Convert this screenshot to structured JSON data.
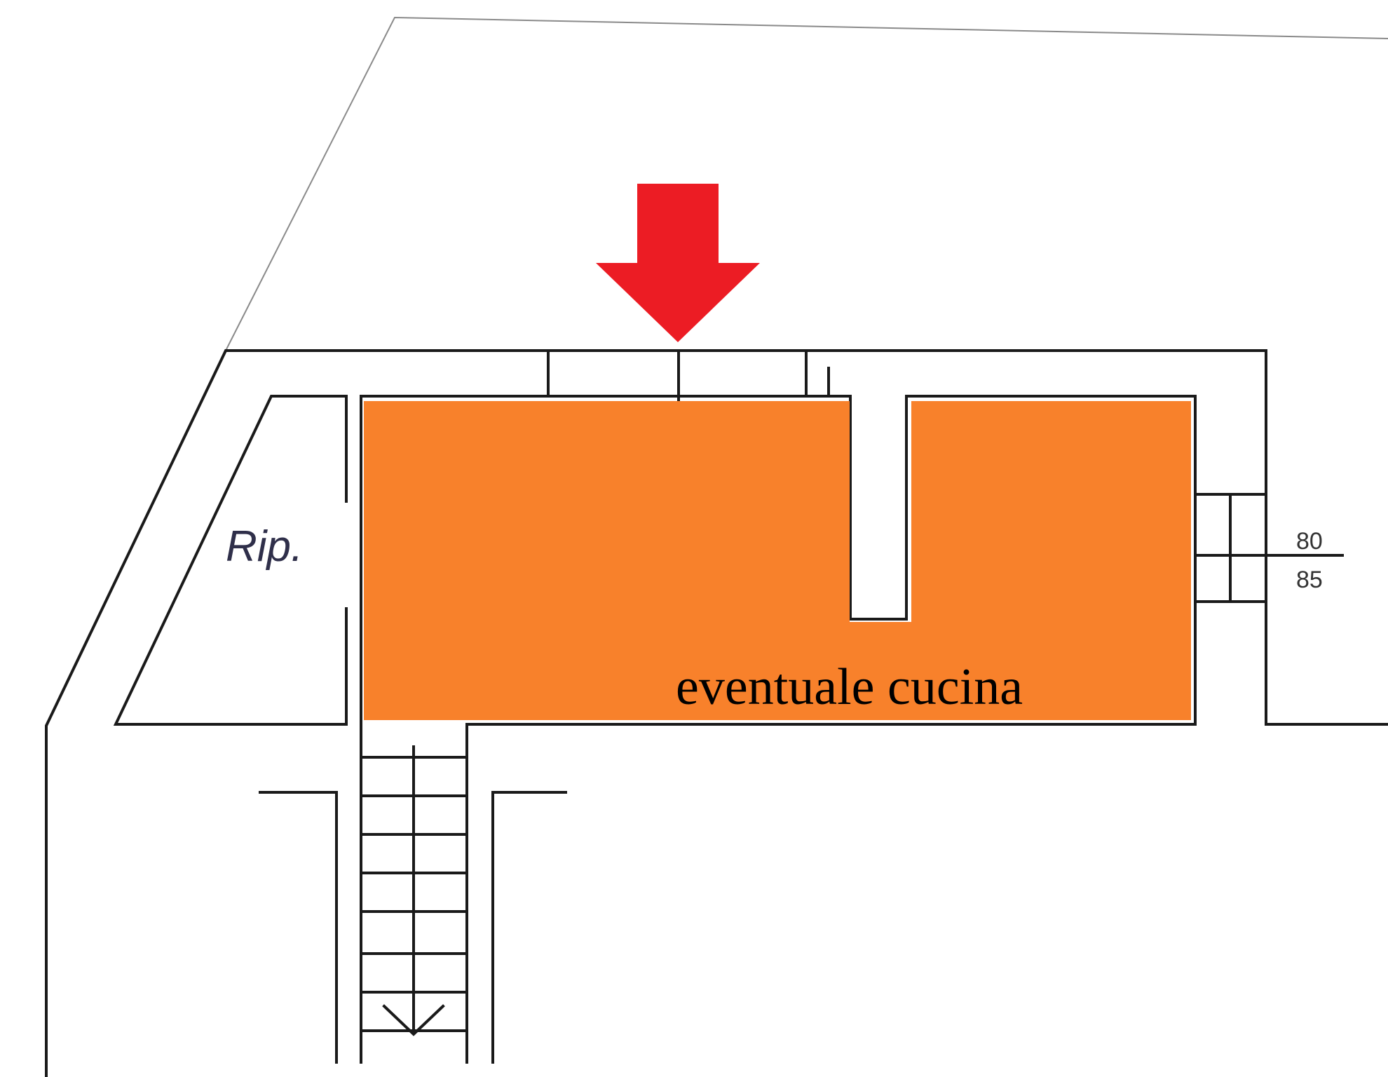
{
  "labels": {
    "ripostiglio": "Rip.",
    "dimension_top": "80",
    "dimension_bottom": "85",
    "highlight_area": "eventuale cucina"
  },
  "colors": {
    "highlight": "#F8812B",
    "arrow": "#EC1C24",
    "walls": "#1a1a1a",
    "outline": "#8a8a8a"
  },
  "icons": {
    "pointer": "down-arrow-icon"
  }
}
